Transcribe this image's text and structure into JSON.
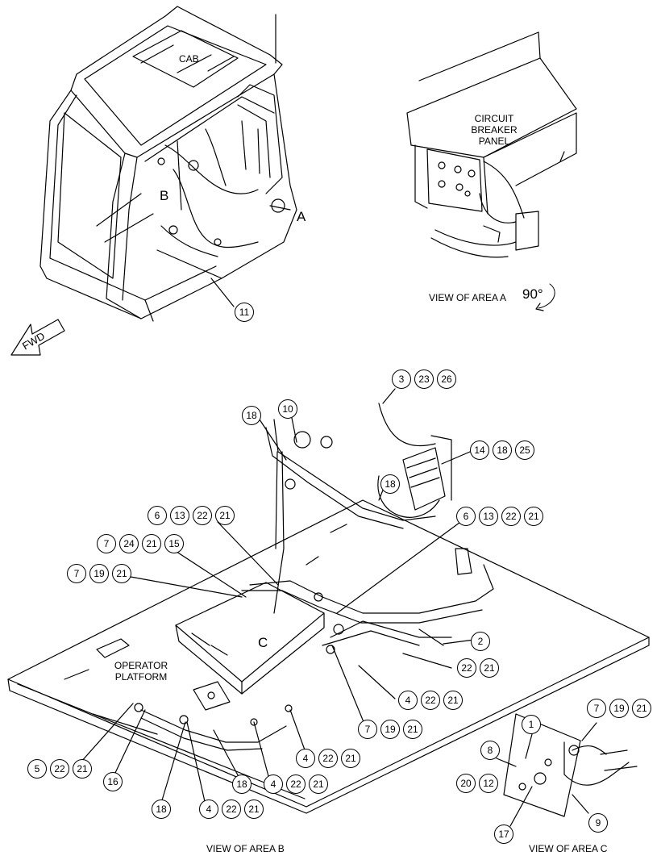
{
  "labels": {
    "cab": "CAB",
    "circuit_breaker_panel": "CIRCUIT\nBREAKER\nPANEL",
    "area_a": "A",
    "area_b": "B",
    "area_c": "C",
    "view_area_a": "VIEW OF AREA A",
    "rotation": "90°",
    "fwd": "FWD",
    "operator_platform": "OPERATOR\nPLATFORM",
    "view_area_b": "VIEW OF AREA B",
    "view_area_c": "VIEW OF AREA C"
  },
  "callouts": [
    {
      "id": "c11",
      "text": "11"
    },
    {
      "id": "c3",
      "text": "3"
    },
    {
      "id": "c23",
      "text": "23"
    },
    {
      "id": "c26",
      "text": "26"
    },
    {
      "id": "c18a",
      "text": "18"
    },
    {
      "id": "c10",
      "text": "10"
    },
    {
      "id": "c14",
      "text": "14"
    },
    {
      "id": "c18b",
      "text": "18"
    },
    {
      "id": "c25",
      "text": "25"
    },
    {
      "id": "c18c",
      "text": "18"
    },
    {
      "id": "c6a",
      "text": "6"
    },
    {
      "id": "c13a",
      "text": "13"
    },
    {
      "id": "c22a",
      "text": "22"
    },
    {
      "id": "c21a",
      "text": "21"
    },
    {
      "id": "c6b",
      "text": "6"
    },
    {
      "id": "c13b",
      "text": "13"
    },
    {
      "id": "c22b",
      "text": "22"
    },
    {
      "id": "c21b",
      "text": "21"
    },
    {
      "id": "c7a",
      "text": "7"
    },
    {
      "id": "c24",
      "text": "24"
    },
    {
      "id": "c21c",
      "text": "21"
    },
    {
      "id": "c15",
      "text": "15"
    },
    {
      "id": "c7b",
      "text": "7"
    },
    {
      "id": "c19a",
      "text": "19"
    },
    {
      "id": "c21d",
      "text": "21"
    },
    {
      "id": "c2",
      "text": "2"
    },
    {
      "id": "c22c",
      "text": "22"
    },
    {
      "id": "c21e",
      "text": "21"
    },
    {
      "id": "c4a",
      "text": "4"
    },
    {
      "id": "c22d",
      "text": "22"
    },
    {
      "id": "c21f",
      "text": "21"
    },
    {
      "id": "c7c",
      "text": "7"
    },
    {
      "id": "c19b",
      "text": "19"
    },
    {
      "id": "c21g",
      "text": "21"
    },
    {
      "id": "c4b",
      "text": "4"
    },
    {
      "id": "c22e",
      "text": "22"
    },
    {
      "id": "c21h",
      "text": "21"
    },
    {
      "id": "c5",
      "text": "5"
    },
    {
      "id": "c22f",
      "text": "22"
    },
    {
      "id": "c21i",
      "text": "21"
    },
    {
      "id": "c16",
      "text": "16"
    },
    {
      "id": "c18d",
      "text": "18"
    },
    {
      "id": "c4c",
      "text": "4"
    },
    {
      "id": "c22g",
      "text": "22"
    },
    {
      "id": "c21j",
      "text": "21"
    },
    {
      "id": "c18e",
      "text": "18"
    },
    {
      "id": "c4d",
      "text": "4"
    },
    {
      "id": "c22h",
      "text": "22"
    },
    {
      "id": "c21k",
      "text": "21"
    },
    {
      "id": "c1",
      "text": "1"
    },
    {
      "id": "c7d",
      "text": "7"
    },
    {
      "id": "c19c",
      "text": "19"
    },
    {
      "id": "c21l",
      "text": "21"
    },
    {
      "id": "c8",
      "text": "8"
    },
    {
      "id": "c20",
      "text": "20"
    },
    {
      "id": "c12",
      "text": "12"
    },
    {
      "id": "c9",
      "text": "9"
    },
    {
      "id": "c17",
      "text": "17"
    }
  ]
}
